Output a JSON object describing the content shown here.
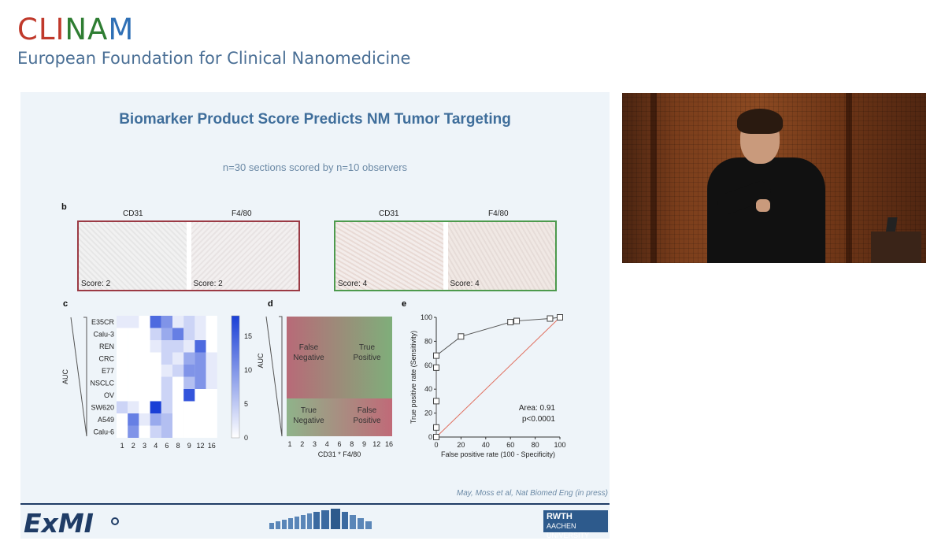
{
  "header": {
    "logo_parts": [
      "CLI",
      "NA",
      "M"
    ],
    "org_name": "European Foundation for Clinical Nanomedicine"
  },
  "slide": {
    "title": "Biomarker Product Score Predicts NM Tumor Targeting",
    "subtitle": "n=30 sections scored by n=10 observers",
    "panel_b": {
      "letter": "b",
      "images": [
        {
          "stain": "CD31",
          "score": "Score: 2"
        },
        {
          "stain": "F4/80",
          "score": "Score: 2"
        },
        {
          "stain": "CD31",
          "score": "Score: 4"
        },
        {
          "stain": "F4/80",
          "score": "Score: 4"
        }
      ]
    },
    "reference": "May, Moss et al, Nat Biomed Eng (in press)",
    "footer": {
      "logo": "ExMI",
      "rwth_top": "RWTH",
      "rwth_bottom": "AACHEN UNIVERSITY"
    }
  },
  "chart_data": [
    {
      "type": "heatmap",
      "panel": "c",
      "ylabel": "AUC",
      "rows": [
        "E35CR",
        "Calu-3",
        "REN",
        "CRC",
        "E77",
        "NSCLC",
        "OV",
        "SW620",
        "A549",
        "Calu-6"
      ],
      "columns": [
        "1",
        "2",
        "3",
        "4",
        "6",
        "8",
        "9",
        "12",
        "16"
      ],
      "values": [
        [
          2,
          2,
          0,
          14,
          10,
          2,
          4,
          2,
          0
        ],
        [
          0,
          0,
          0,
          4,
          8,
          12,
          4,
          2,
          0
        ],
        [
          0,
          0,
          0,
          2,
          4,
          4,
          2,
          14,
          0
        ],
        [
          0,
          0,
          0,
          0,
          4,
          2,
          8,
          10,
          2
        ],
        [
          0,
          0,
          0,
          0,
          2,
          4,
          10,
          10,
          2
        ],
        [
          0,
          0,
          0,
          0,
          4,
          0,
          6,
          10,
          2
        ],
        [
          0,
          0,
          0,
          0,
          4,
          0,
          16,
          0,
          0
        ],
        [
          4,
          2,
          0,
          18,
          4,
          0,
          0,
          0,
          0
        ],
        [
          0,
          12,
          2,
          8,
          6,
          0,
          0,
          0,
          0
        ],
        [
          0,
          10,
          0,
          4,
          6,
          0,
          0,
          0,
          0
        ]
      ],
      "colorbar_ticks": [
        "0",
        "5",
        "10",
        "15"
      ],
      "colorbar_range": [
        0,
        18
      ]
    },
    {
      "type": "heatmap",
      "panel": "d",
      "ylabel": "AUC",
      "xlabel": "CD31 * F4/80",
      "x_ticks": [
        "1",
        "2",
        "3",
        "4",
        "6",
        "8",
        "9",
        "12",
        "16"
      ],
      "quadrants": [
        {
          "text": [
            "False",
            "Negative"
          ]
        },
        {
          "text": [
            "True",
            "Positive"
          ]
        },
        {
          "text": [
            "True",
            "Negative"
          ]
        },
        {
          "text": [
            "False",
            "Positive"
          ]
        }
      ]
    },
    {
      "type": "line",
      "panel": "e",
      "xlabel": "False positive rate (100 - Specificity)",
      "ylabel": "True positive rate (Sensitivity)",
      "xlim": [
        0,
        100
      ],
      "ylim": [
        0,
        100
      ],
      "x_ticks": [
        0,
        20,
        40,
        60,
        80,
        100
      ],
      "y_ticks": [
        0,
        20,
        40,
        60,
        80,
        100
      ],
      "roc_points": [
        [
          0,
          0
        ],
        [
          0,
          8
        ],
        [
          0,
          30
        ],
        [
          0,
          58
        ],
        [
          0,
          68
        ],
        [
          20,
          84
        ],
        [
          60,
          96
        ],
        [
          65,
          97
        ],
        [
          92,
          99
        ],
        [
          100,
          100
        ]
      ],
      "reference_line": [
        [
          0,
          0
        ],
        [
          100,
          100
        ]
      ],
      "annotation": [
        "Area: 0.91",
        "p<0.0001"
      ]
    }
  ]
}
